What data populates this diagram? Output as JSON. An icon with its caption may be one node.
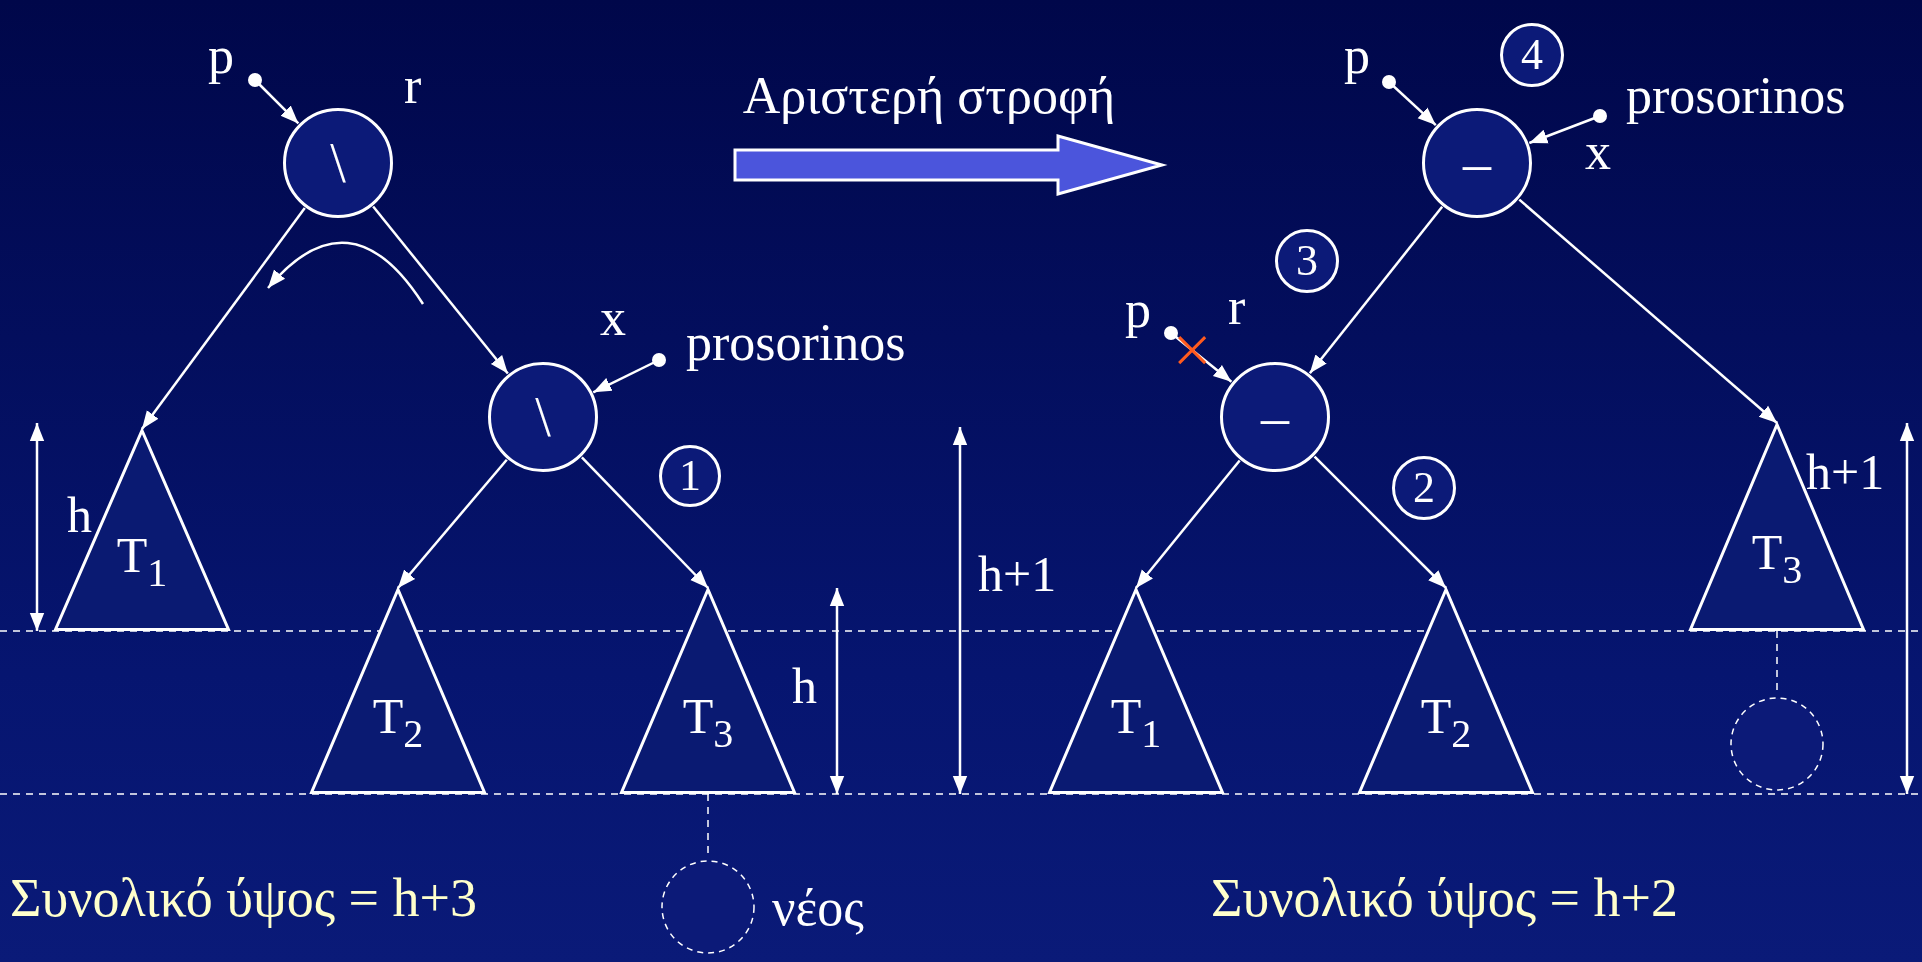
{
  "diagram": {
    "nodes": [
      {
        "text": [
          "p"
        ]
      },
      {
        "text": [
          "\\"
        ],
        "beside": [
          "r"
        ]
      },
      {
        "text": [
          "\\"
        ],
        "beside": [
          "x"
        ]
      },
      {
        "text": [
          "prosorinos"
        ]
      },
      {
        "text": [
          "1"
        ]
      },
      {
        "text": [
          "T$_{1}$"
        ]
      },
      {
        "text": [
          "T$_{2}$"
        ]
      },
      {
        "text": [
          "T$_{3}$"
        ]
      },
      {
        "text": [],
        "shape": "circle",
        "beside": [
          "νέος"
        ]
      },
      {
        "text": [
          "p"
        ]
      },
      {
        "text": [
          "4"
        ]
      },
      {
        "text": [
          "prosorinos"
        ]
      },
      {
        "text": [
          "–"
        ],
        "beside": [
          "x"
        ]
      },
      {
        "text": [
          "3"
        ]
      },
      {
        "text": [
          "p"
        ]
      },
      {
        "text": [
          "–"
        ],
        "beside": [
          "r"
        ]
      },
      {
        "text": [
          "2"
        ]
      },
      {
        "text": [
          "T$_{1}$"
        ]
      },
      {
        "text": [
          "T$_{2}$"
        ]
      },
      {
        "text": [
          "T$_{3}$"
        ]
      },
      {
        "text": [],
        "shape": "circle"
      }
    ],
    "edges": [
      {
        "from": 0,
        "to": 1,
        "arrow": "to"
      },
      {
        "from": 3,
        "to": 2,
        "arrow": "to"
      },
      {
        "from": 1,
        "to": 5,
        "arrow": "to"
      },
      {
        "from": 1,
        "to": 2,
        "arrow": "to"
      },
      {
        "from": 2,
        "to": 6,
        "arrow": "to"
      },
      {
        "from": 2,
        "to": 7,
        "arrow": "to"
      },
      {
        "from": 7,
        "to": 8,
        "arrow": "none",
        "style": "dashed"
      },
      {
        "from": 9,
        "to": 12,
        "arrow": "to"
      },
      {
        "from": 11,
        "to": 12,
        "arrow": "to"
      },
      {
        "from": 12,
        "to": 15,
        "arrow": "to"
      },
      {
        "from": 12,
        "to": 19,
        "arrow": "to"
      },
      {
        "from": 14,
        "to": 15,
        "arrow": "to"
      },
      {
        "from": 15,
        "to": 17,
        "arrow": "to"
      },
      {
        "from": 15,
        "to": 18,
        "arrow": "to"
      },
      {
        "from": 19,
        "to": 20,
        "arrow": "none",
        "style": "dashed"
      }
    ],
    "labels": [
      "Αριστερή στροφή",
      "h+1",
      "h",
      "h+1",
      "h",
      "Συνολικό ύψος = h+3",
      "Συνολικό ύψος = h+2"
    ]
  }
}
